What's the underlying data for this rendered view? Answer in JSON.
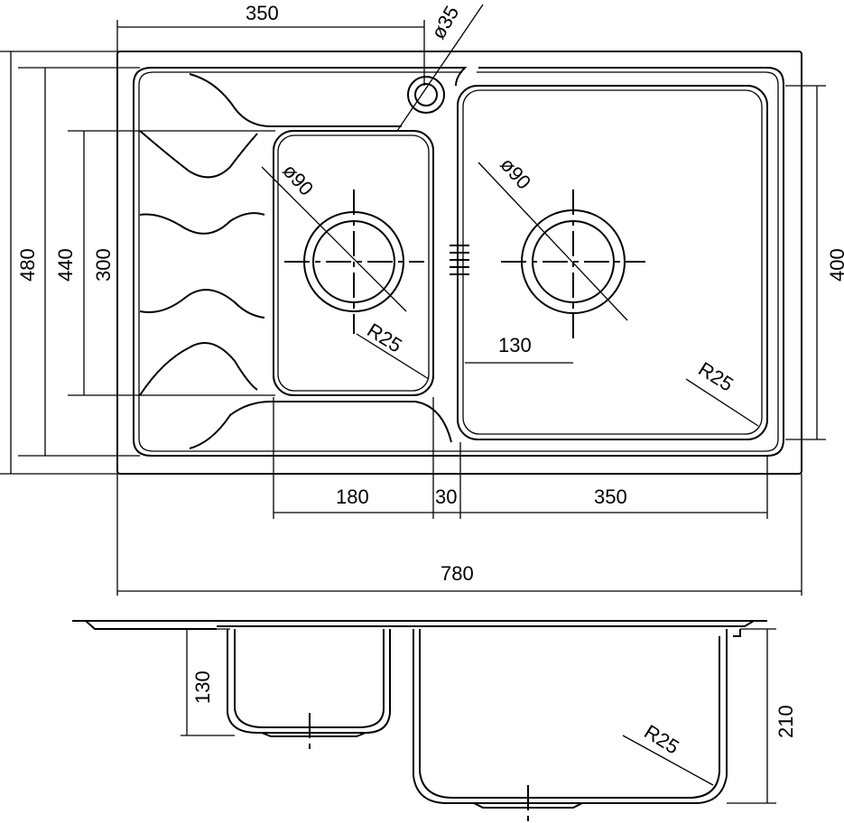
{
  "drawing": {
    "top_view": {
      "dim_top_350": "350",
      "dim_tap_hole": "ø35",
      "dim_480": "480",
      "dim_440": "440",
      "dim_300": "300",
      "dim_400": "400",
      "dim_drain_left": "ø90",
      "dim_drain_right": "ø90",
      "dim_radius_left": "R25",
      "dim_130": "130",
      "dim_radius_right": "R25",
      "dim_180": "180",
      "dim_30": "30",
      "dim_bottom_350": "350",
      "dim_780": "780"
    },
    "side_view": {
      "dim_130": "130",
      "dim_210": "210",
      "dim_radius": "R25"
    }
  }
}
